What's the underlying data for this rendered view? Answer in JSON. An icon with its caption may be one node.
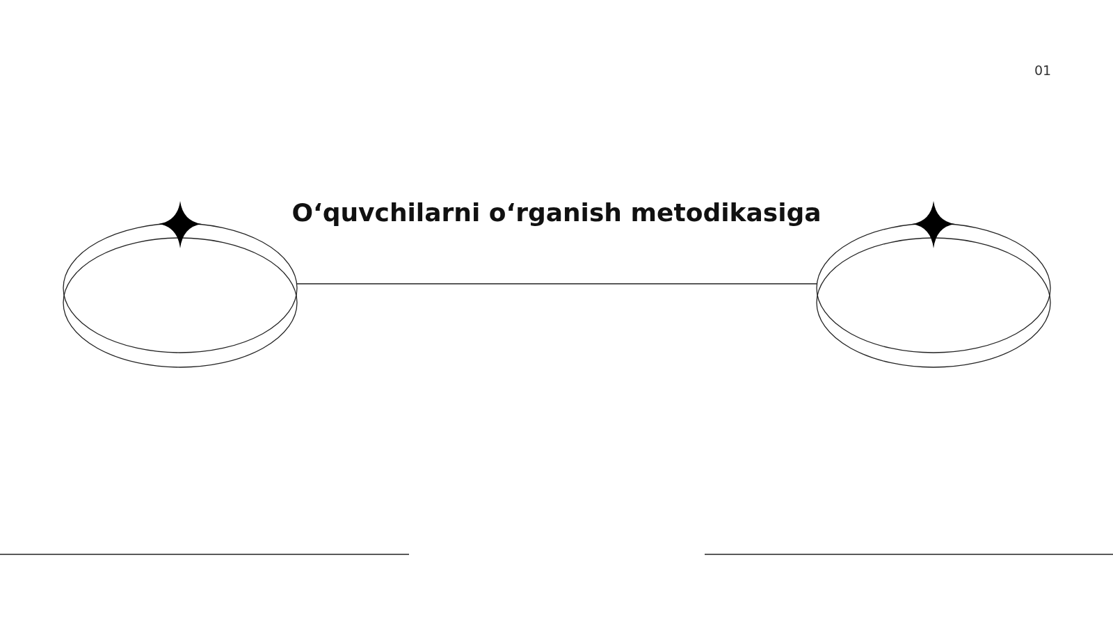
{
  "diagram": {
    "title": "O‘quvchilarni o‘rganish metodikasiga",
    "nodes": [
      {
        "text": [],
        "shape": "ellipse"
      },
      {
        "text": [],
        "shape": "ellipse"
      }
    ],
    "edges": [
      {
        "from": 0,
        "to": 1,
        "arrow": "none"
      }
    ],
    "labels": [
      "01"
    ]
  }
}
